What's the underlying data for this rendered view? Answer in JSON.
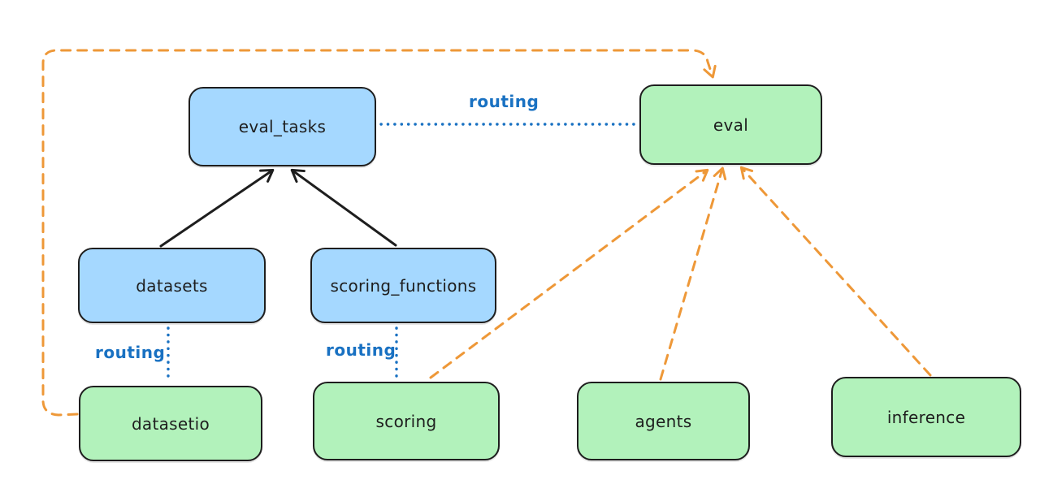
{
  "palette": {
    "background": "#ffffff",
    "node_border": "#1e1e1e",
    "blue_node_fill": "#a5d8ff",
    "green_node_fill": "#b2f2bb",
    "black": "#1e1e1e",
    "blue": "#1971c2",
    "orange": "#ee9838"
  },
  "nodes": {
    "eval_tasks": {
      "label": "eval_tasks",
      "fill": "#a5d8ff"
    },
    "eval": {
      "label": "eval",
      "fill": "#b2f2bb"
    },
    "datasets": {
      "label": "datasets",
      "fill": "#a5d8ff"
    },
    "scoring_functions": {
      "label": "scoring_functions",
      "fill": "#a5d8ff"
    },
    "datasetio": {
      "label": "datasetio",
      "fill": "#b2f2bb"
    },
    "scoring": {
      "label": "scoring",
      "fill": "#b2f2bb"
    },
    "agents": {
      "label": "agents",
      "fill": "#b2f2bb"
    },
    "inference": {
      "label": "inference",
      "fill": "#b2f2bb"
    }
  },
  "edges": {
    "datasets_to_eval_tasks": {
      "style": "solid-arrow",
      "color": "#1e1e1e"
    },
    "scoring_functions_to_eval_tasks": {
      "style": "solid-arrow",
      "color": "#1e1e1e"
    },
    "routing_eval_tasks_to_eval": {
      "label": "routing",
      "style": "dotted",
      "color": "#1971c2"
    },
    "routing_datasets_to_datasetio": {
      "label": "routing",
      "style": "dotted",
      "color": "#1971c2"
    },
    "routing_scoring_functions_to_scoring": {
      "label": "routing",
      "style": "dotted",
      "color": "#1971c2"
    },
    "datasetio_to_eval": {
      "style": "dashed-arrow",
      "color": "#ee9838"
    },
    "scoring_to_eval": {
      "style": "dashed-arrow",
      "color": "#ee9838"
    },
    "agents_to_eval": {
      "style": "dashed-arrow",
      "color": "#ee9838"
    },
    "inference_to_eval": {
      "style": "dashed-arrow",
      "color": "#ee9838"
    }
  }
}
